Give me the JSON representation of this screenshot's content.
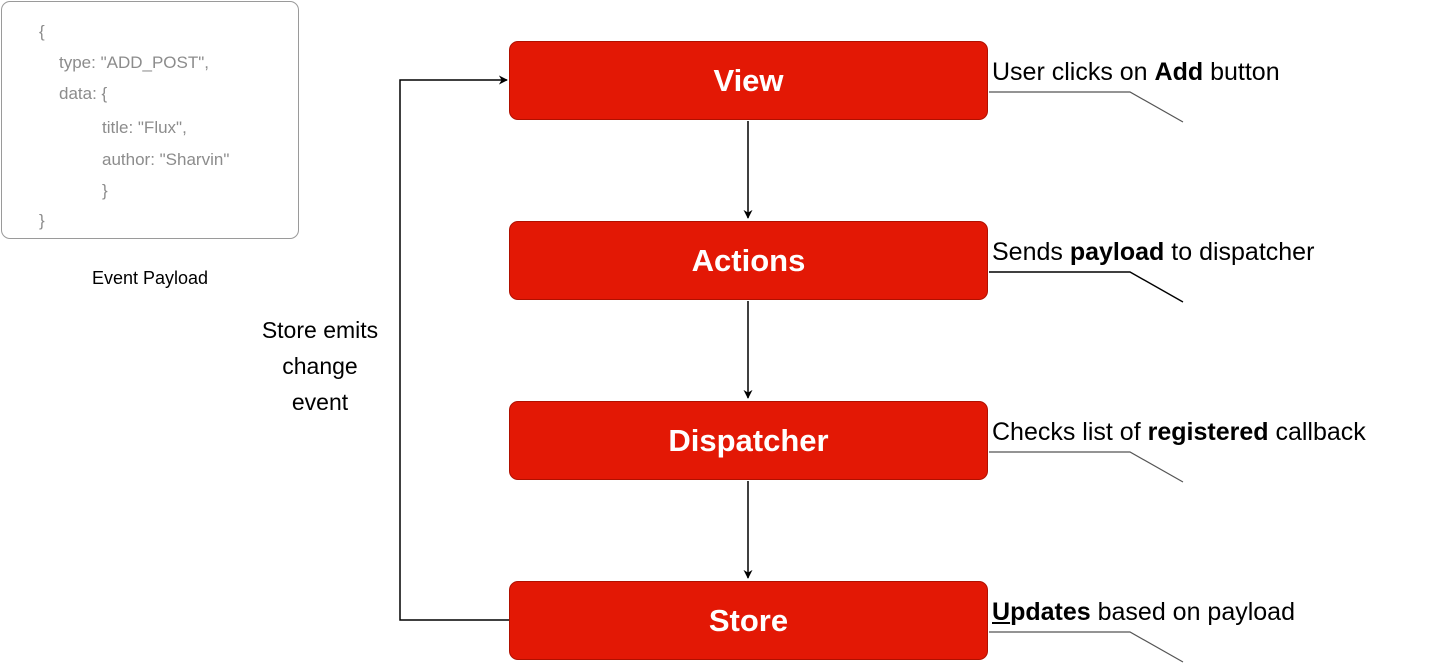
{
  "payload": {
    "lines": [
      "{",
      "type: \"ADD_POST\",",
      "data: {",
      "title: \"Flux\",",
      "author: \"Sharvin\"",
      "}",
      "}"
    ],
    "caption": "Event Payload"
  },
  "nodes": {
    "view": "View",
    "actions": "Actions",
    "dispatcher": "Dispatcher",
    "store": "Store"
  },
  "notes": {
    "view": {
      "pre": "User clicks on ",
      "bold": "Add",
      "post": " button"
    },
    "actions": {
      "pre": "Sends ",
      "bold": "payload",
      "post": " to dispatcher"
    },
    "dispatcher": {
      "pre": "Checks list of ",
      "bold": "registered",
      "post": " callback"
    },
    "store": {
      "first": "U",
      "bold": "pdates",
      "post": " based on payload"
    }
  },
  "loop_label": {
    "line1": "Store emits",
    "line2": "change",
    "line3": "event"
  },
  "colors": {
    "node_fill": "#e31805",
    "node_text": "#ffffff",
    "code_text": "#8c8c8c",
    "box_border": "#9a9a9a"
  }
}
